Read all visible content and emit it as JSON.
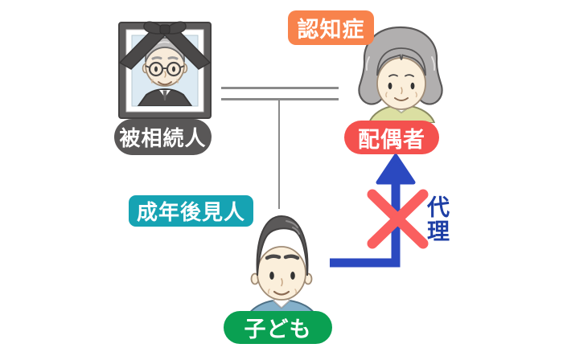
{
  "diagram": {
    "deceased_label": "被相続人",
    "dementia_label": "認知症",
    "spouse_label": "配偶者",
    "guardian_label": "成年後見人",
    "child_label": "子ども",
    "proxy_label": "代理"
  },
  "illustrations": {
    "deceased": "memorial-photo-of-elderly-man-with-black-ribbon",
    "spouse": "elderly-woman-gray-hair",
    "child": "middle-aged-man-blue-shirt"
  },
  "colors": {
    "deceased_bg": "#595757",
    "dementia_bg": "#F8834C",
    "spouse_bg": "#F4514E",
    "guardian_bg": "#16A3B3",
    "child_bg": "#0AA052",
    "arrow_blue": "#2B49C0",
    "cross_red": "#FA5F5F",
    "proxy_text": "#1E3FA5",
    "family_line": "#8A8A8A",
    "label_text": "#FFFFFF"
  }
}
